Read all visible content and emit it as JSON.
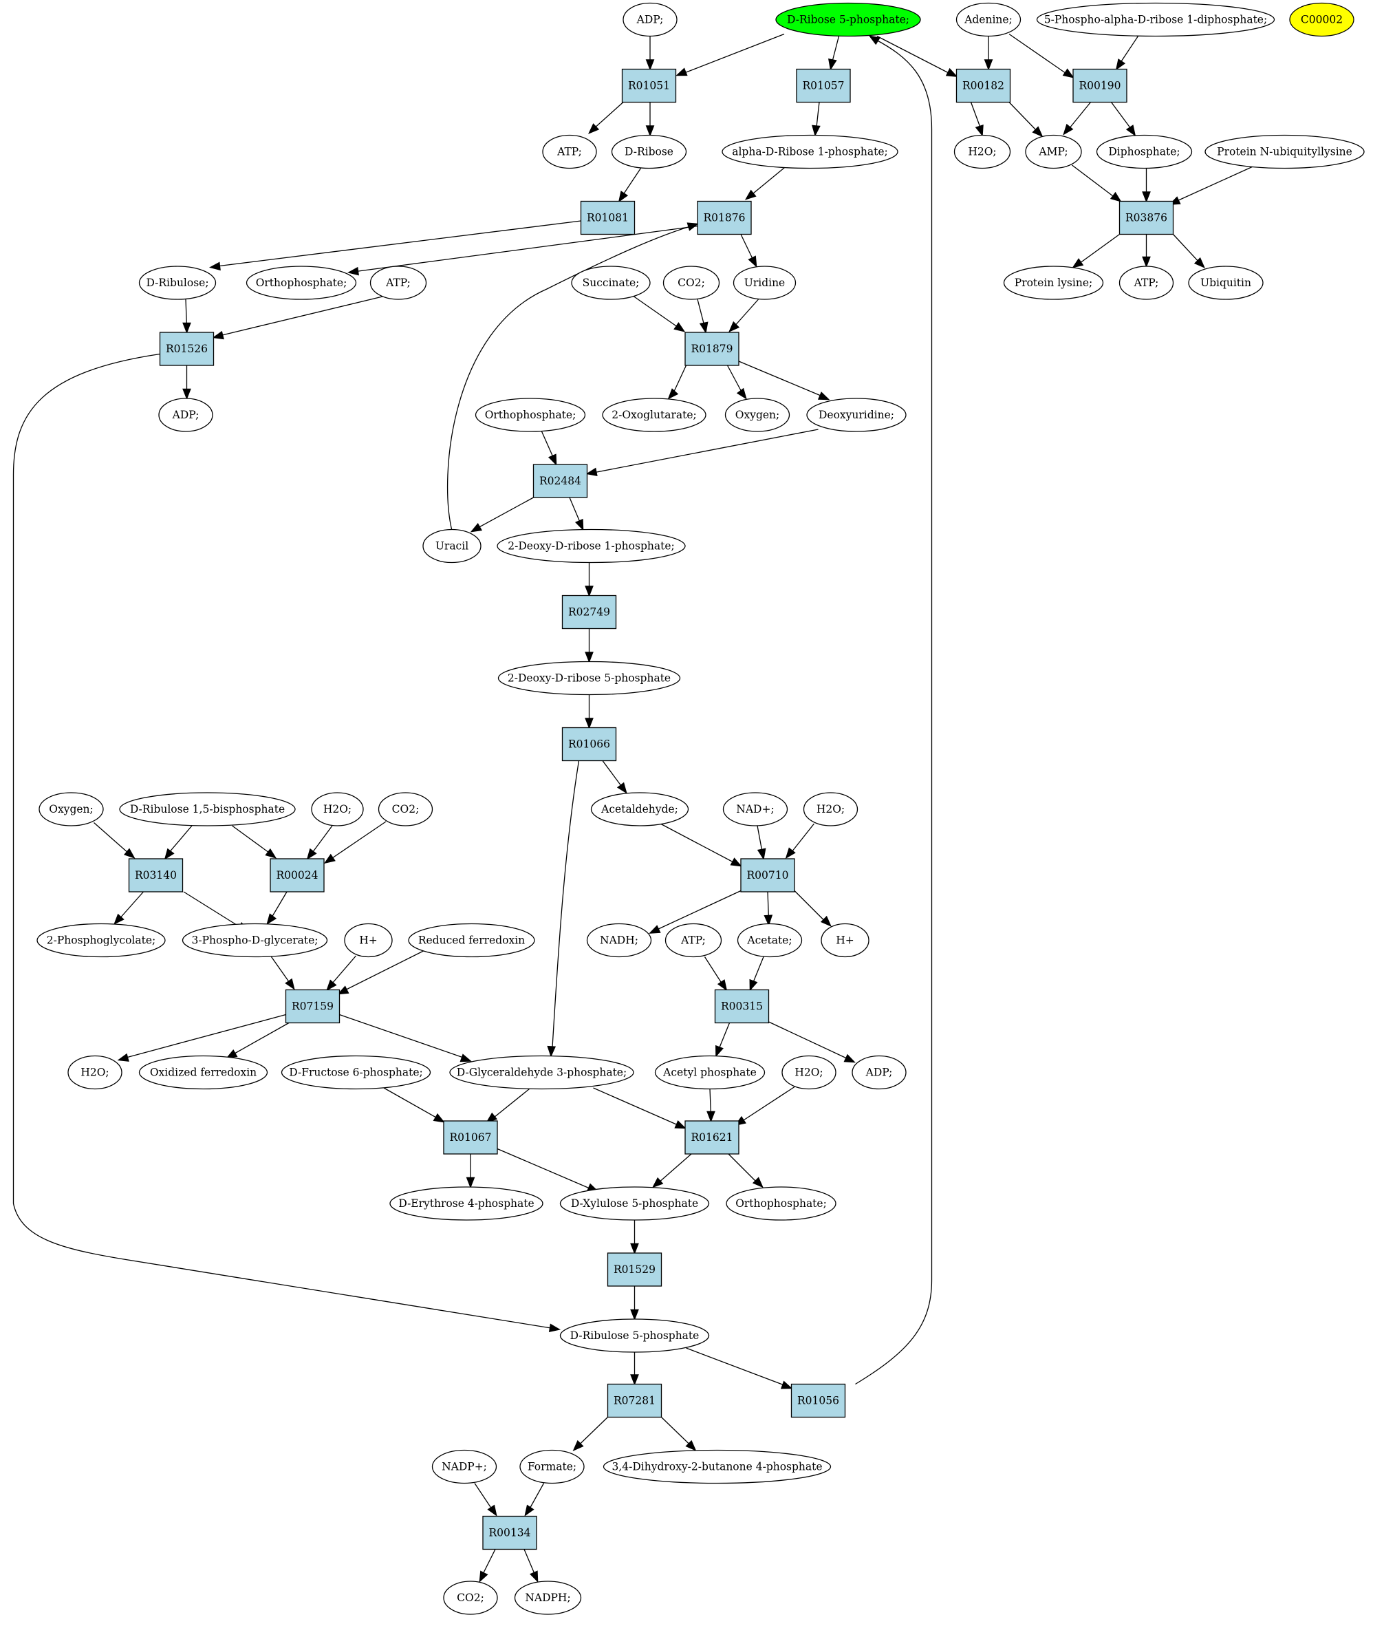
{
  "graph": {
    "compounds": {
      "adp_a": "ADP;",
      "rib5p": "D-Ribose 5-phosphate;",
      "adenine": "Adenine;",
      "prpp": "5-Phospho-alpha-D-ribose 1-diphosphate;",
      "c00002": "C00002",
      "atp_a": "ATP;",
      "dribose": "D-Ribose",
      "ar1p": "alpha-D-Ribose 1-phosphate;",
      "h2o_a": "H2O;",
      "amp": "AMP;",
      "diphos": "Diphosphate;",
      "pnub": "Protein N-ubiquityllysine",
      "dribulose": "D-Ribulose;",
      "orthop_a": "Orthophosphate;",
      "atp_b": "ATP;",
      "succ": "Succinate;",
      "co2_a": "CO2;",
      "uridine": "Uridine",
      "plys": "Protein lysine;",
      "atp_c": "ATP;",
      "ubiq": "Ubiquitin",
      "adp_b": "ADP;",
      "orthop_b": "Orthophosphate;",
      "oxoglut": "2-Oxoglutarate;",
      "oxygen_a": "Oxygen;",
      "deoxyur": "Deoxyuridine;",
      "uracil": "Uracil",
      "dr1p": "2-Deoxy-D-ribose 1-phosphate;",
      "dr5p": "2-Deoxy-D-ribose 5-phosphate",
      "oxygen_b": "Oxygen;",
      "rubp": "D-Ribulose 1,5-bisphosphate",
      "h2o_b": "H2O;",
      "co2_b": "CO2;",
      "acetald": "Acetaldehyde;",
      "nadp_plus": "NAD+;",
      "h2o_c": "H2O;",
      "pglycol": "2-Phosphoglycolate;",
      "pga": "3-Phospho-D-glycerate;",
      "hplus_a": "H+",
      "redfd": "Reduced ferredoxin",
      "nadh": "NADH;",
      "atp_d": "ATP;",
      "acetate": "Acetate;",
      "hplus_b": "H+",
      "h2o_d": "H2O;",
      "oxfd": "Oxidized ferredoxin",
      "f6p": "D-Fructose 6-phosphate;",
      "gap": "D-Glyceraldehyde 3-phosphate;",
      "acetylp": "Acetyl phosphate",
      "h2o_e": "H2O;",
      "adp_c": "ADP;",
      "e4p": "D-Erythrose 4-phosphate",
      "xu5p": "D-Xylulose 5-phosphate",
      "orthop_c": "Orthophosphate;",
      "ru5p": "D-Ribulose 5-phosphate",
      "nadpplus": "NADP+;",
      "formate": "Formate;",
      "dhbp": "3,4-Dihydroxy-2-butanone 4-phosphate",
      "co2_c": "CO2;",
      "nadph": "NADPH;"
    },
    "reactions": {
      "R01051": "R01051",
      "R01057": "R01057",
      "R00182": "R00182",
      "R00190": "R00190",
      "R01081": "R01081",
      "R01876": "R01876",
      "R03876": "R03876",
      "R01526": "R01526",
      "R01879": "R01879",
      "R02484": "R02484",
      "R02749": "R02749",
      "R01066": "R01066",
      "R03140": "R03140",
      "R00024": "R00024",
      "R00710": "R00710",
      "R07159": "R07159",
      "R00315": "R00315",
      "R01067": "R01067",
      "R01621": "R01621",
      "R01529": "R01529",
      "R07281": "R07281",
      "R01056": "R01056",
      "R00134": "R00134"
    },
    "colors": {
      "reaction_fill": "#add8e6",
      "start_compound_fill": "#00ff00",
      "marked_compound_fill": "#ffff00",
      "compound_fill": "#ffffff"
    }
  }
}
